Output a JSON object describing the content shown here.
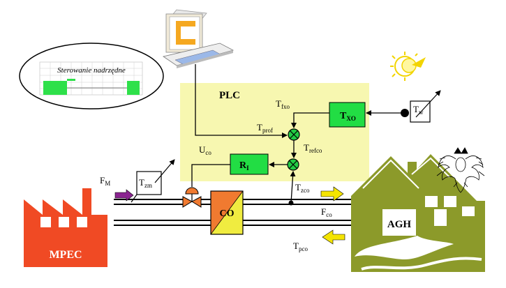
{
  "supervisory": {
    "label": "Sterowanie nadrzędne"
  },
  "plc": {
    "title": "PLC"
  },
  "blocks": {
    "txo_main": "T",
    "txo_sub": "XO",
    "r_main": "R",
    "r_sub": "I",
    "co": "CO"
  },
  "signals": {
    "tfxo_main": "T",
    "tfxo_sub": "fxo",
    "tprof_main": "T",
    "tprof_sub": "prof",
    "trefco_main": "T",
    "trefco_sub": "refco",
    "uco_main": "U",
    "uco_sub": "co",
    "tw_main": "T",
    "tw_sub": "w",
    "tzm_main": "T",
    "tzm_sub": "zm",
    "fm_main": "F",
    "fm_sub": "M",
    "tzco_main": "T",
    "tzco_sub": "zco",
    "fco_main": "F",
    "fco_sub": "co",
    "tpco_main": "T",
    "tpco_sub": "pco"
  },
  "sites": {
    "plant": "MPEC",
    "building": "AGH"
  },
  "colors": {
    "plc_bg": "#f7f7b0",
    "block_green": "#22dd44",
    "plant_red": "#f04a24",
    "building_olive": "#8c9a2a",
    "co_orange": "#f07a30",
    "co_yellow": "#f0ec40",
    "arrow_yellow": "#f4e400",
    "arrow_purple": "#8a2490"
  },
  "icons": [
    "computer-icon",
    "sun-icon",
    "eagle-emblem-icon",
    "control-valve-icon",
    "summing-junction-icon"
  ]
}
